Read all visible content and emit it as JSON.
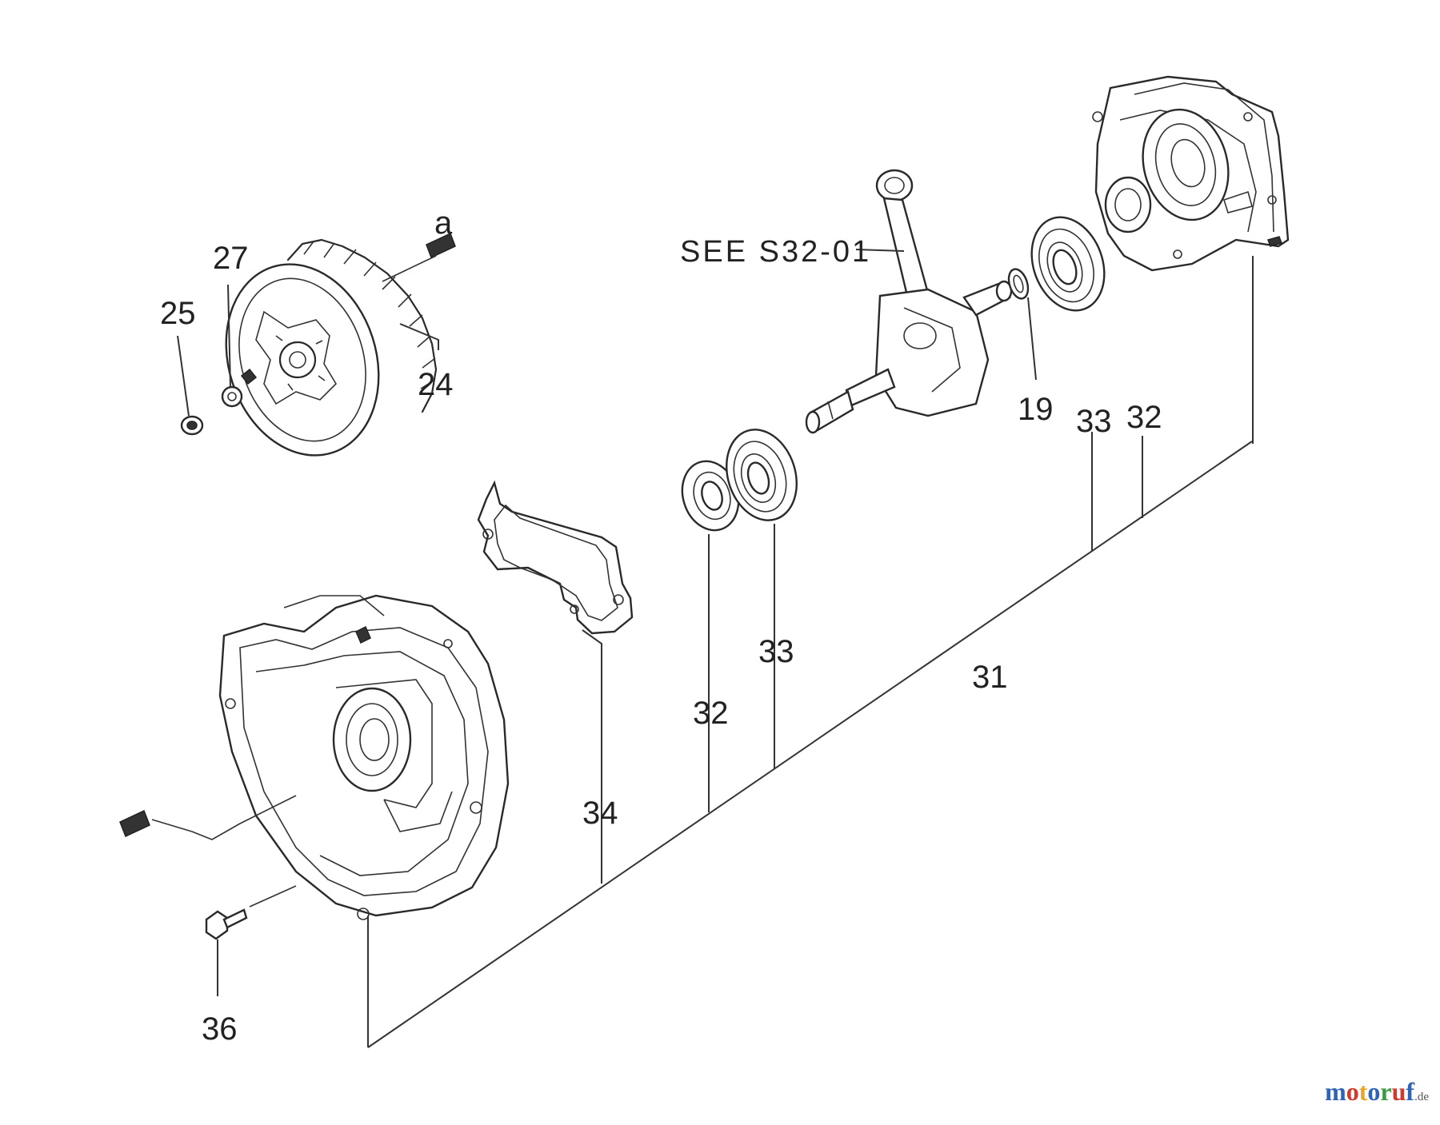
{
  "labels": {
    "p25": "25",
    "p27": "27",
    "pa": "a",
    "p24": "24",
    "see": "SEE S32-01",
    "p19": "19",
    "p33_top": "33",
    "p32_top": "32",
    "p32_mid": "32",
    "p33_mid": "33",
    "p31": "31",
    "p34": "34",
    "p36": "36"
  },
  "watermark": {
    "letters": [
      "m",
      "o",
      "t",
      "o",
      "r",
      "u",
      "f"
    ],
    "tld": ".de",
    "colors": [
      "#2f63b5",
      "#d23a2e",
      "#e9a823",
      "#2f63b5",
      "#3c9a43",
      "#d23a2e",
      "#2f63b5"
    ]
  }
}
